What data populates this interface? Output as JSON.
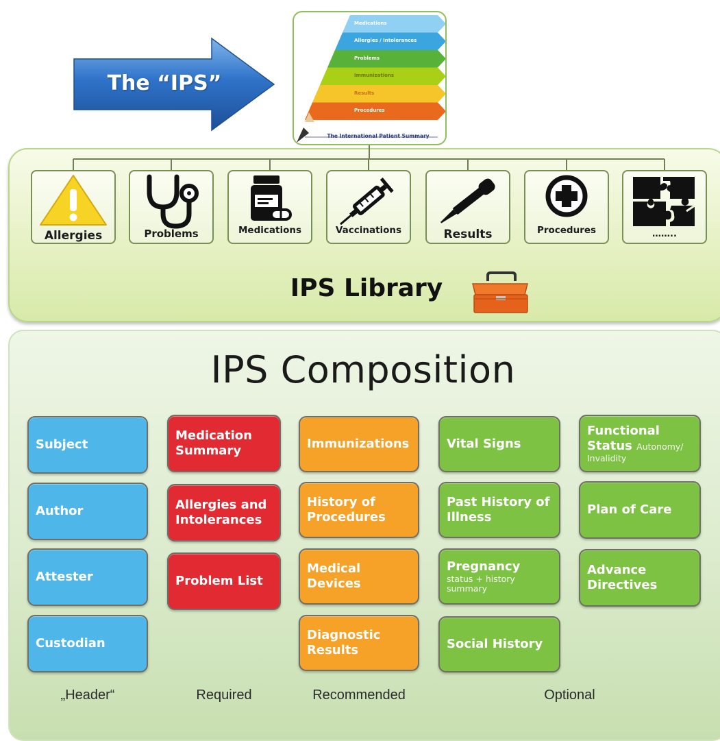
{
  "arrow": {
    "label": "The “IPS”"
  },
  "ips_card": {
    "bands": [
      {
        "label": "Medications",
        "color": "#8fd0f3",
        "text": "#ffffff"
      },
      {
        "label": "Allergies / Intolerances",
        "color": "#3aa5df",
        "text": "#ffffff"
      },
      {
        "label": "Problems",
        "color": "#58b139",
        "text": "#ffffff"
      },
      {
        "label": "Immunizations",
        "color": "#a9cf16",
        "text": "#6a7a10"
      },
      {
        "label": "Results",
        "color": "#f5c52a",
        "text": "#c4701b"
      },
      {
        "label": "Procedures",
        "color": "#ea6a1d",
        "text": "#ffffff"
      }
    ],
    "caption": "The International Patient Summary"
  },
  "library": {
    "title": "IPS Library",
    "items": [
      {
        "label": "Allergies",
        "icon": "warning-icon"
      },
      {
        "label": "Problems",
        "icon": "stethoscope-icon"
      },
      {
        "label": "Medications",
        "icon": "pill-bottle-icon"
      },
      {
        "label": "Vaccinations",
        "icon": "syringe-icon"
      },
      {
        "label": "Results",
        "icon": "pipette-icon"
      },
      {
        "label": "Procedures",
        "icon": "medical-cross-icon"
      },
      {
        "label": "……..",
        "icon": "puzzle-icon"
      }
    ]
  },
  "composition": {
    "title": "IPS Composition",
    "colors": {
      "header": "#4fb6ea",
      "required": "#e12a32",
      "recommended": "#f6a128",
      "optional": "#7dc243"
    },
    "header": [
      {
        "title": "Subject"
      },
      {
        "title": "Author"
      },
      {
        "title": "Attester"
      },
      {
        "title": "Custodian"
      }
    ],
    "required": [
      {
        "title": "Medication Summary"
      },
      {
        "title": "Allergies and Intolerances"
      },
      {
        "title": "Problem List"
      }
    ],
    "recommended": [
      {
        "title": "Immunizations"
      },
      {
        "title": "History of Procedures"
      },
      {
        "title": "Medical Devices"
      },
      {
        "title": "Diagnostic Results"
      }
    ],
    "optional_a": [
      {
        "title": "Vital Signs"
      },
      {
        "title": "Past History of Illness"
      },
      {
        "title": "Pregnancy",
        "sub": "status + history summary"
      },
      {
        "title": "Social History"
      }
    ],
    "optional_b": [
      {
        "title": "Functional Status",
        "inline": "Autonomy/",
        "sub": "Invalidity"
      },
      {
        "title": "Plan of Care"
      },
      {
        "title": "Advance Directives"
      }
    ],
    "footers": {
      "header": "„Header“",
      "required": "Required",
      "recommended": "Recommended",
      "optional": "Optional"
    }
  }
}
